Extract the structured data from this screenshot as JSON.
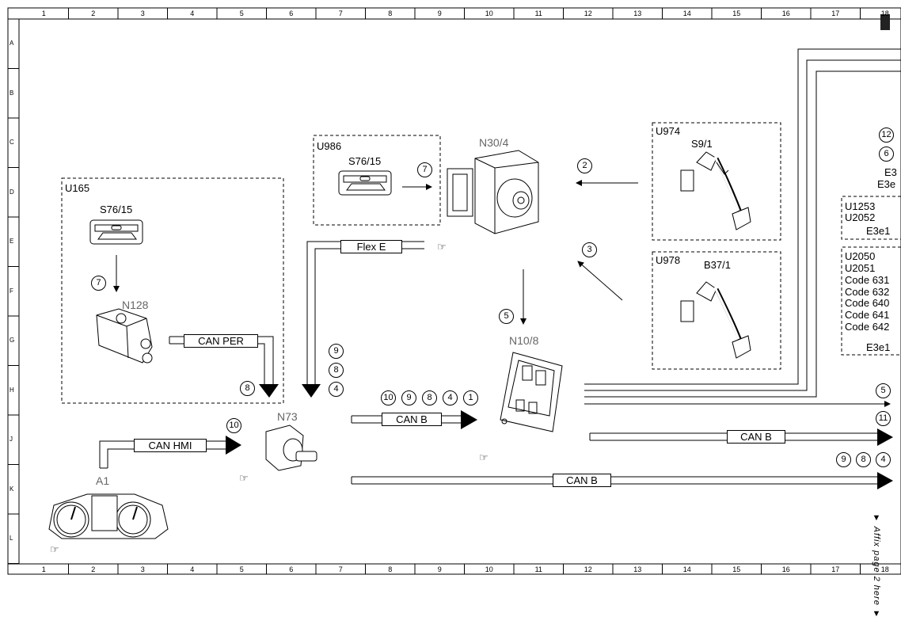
{
  "grid": {
    "columns": [
      "1",
      "2",
      "3",
      "4",
      "5",
      "6",
      "7",
      "8",
      "9",
      "10",
      "11",
      "12",
      "13",
      "14",
      "15",
      "16",
      "17",
      "18"
    ],
    "rows": [
      "A",
      "B",
      "C",
      "D",
      "E",
      "F",
      "G",
      "H",
      "J",
      "K",
      "L"
    ]
  },
  "components": {
    "u165": "U165",
    "s76_15_left": "S76/15",
    "n128": "N128",
    "u986": "U986",
    "s76_15_top": "S76/15",
    "n30_4": "N30/4",
    "u974": "U974",
    "s9_1": "S9/1",
    "u978": "U978",
    "b37_1": "B37/1",
    "n10_8": "N10/8",
    "n73": "N73",
    "a1": "A1"
  },
  "buses": {
    "flex_e": "Flex E",
    "can_per": "CAN PER",
    "can_hmi": "CAN HMI",
    "can_b_mid": "CAN B",
    "can_b_right": "CAN B",
    "can_b_bottom": "CAN B"
  },
  "markers": {
    "m7_top": "7",
    "m2": "2",
    "m3": "3",
    "m7_left": "7",
    "m5": "5",
    "m8_left": "8",
    "stack_9": "9",
    "stack_8": "8",
    "stack_4": "4",
    "row_10": "10",
    "row_9": "9",
    "row_8": "8",
    "row_4": "4",
    "row_1": "1",
    "m10_hmi": "10",
    "r12": "12",
    "r6": "6",
    "r5": "5",
    "r11": "11",
    "rb9": "9",
    "rb8": "8",
    "rb4": "4"
  },
  "right_panel": {
    "e3_a": "E3",
    "e3e_a": "E3e",
    "codes1": [
      "U1253",
      "U2052"
    ],
    "e3e1_a": "E3e1",
    "codes2": [
      "U2050",
      "U2051",
      "Code 631",
      "Code 632",
      "Code 640",
      "Code 641",
      "Code 642"
    ],
    "e3e1_b": "E3e1"
  },
  "affix_note": "▼ Affix page 2 here ▼",
  "colors": {
    "line": "#000000",
    "label_grey": "#666666"
  }
}
